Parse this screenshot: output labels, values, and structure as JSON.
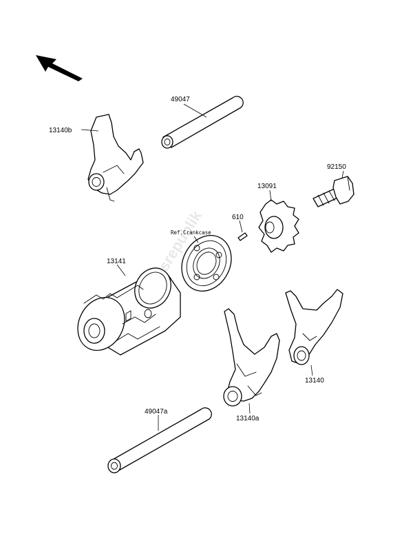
{
  "diagram": {
    "labels": {
      "p49047": "49047",
      "p13140b": "13140b",
      "p92150": "92150",
      "p13091": "13091",
      "p610": "610",
      "ref_crankcase": "Ref.Crankcase",
      "p13141": "13141",
      "p13140": "13140",
      "p49047a": "49047a",
      "p13140a": "13140a"
    },
    "watermark": "partsrepublik",
    "icons": {
      "direction": "arrow-front-icon"
    }
  }
}
